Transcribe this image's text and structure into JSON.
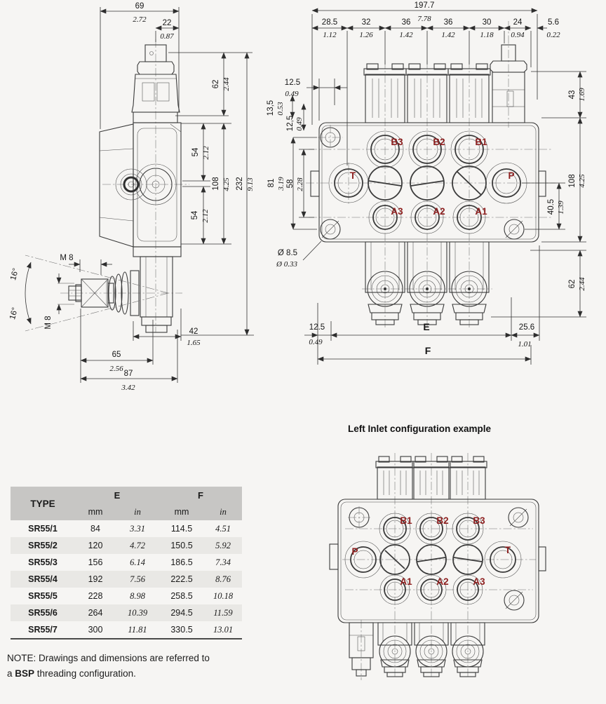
{
  "colors": {
    "port_label": "#8e1f1f",
    "line": "#3a3a3a",
    "table_header_bg": "#c7c6c4"
  },
  "side": {
    "d69": {
      "mm": "69",
      "in": "2.72"
    },
    "d22": {
      "mm": "22",
      "in": "0.87"
    },
    "d62": {
      "mm": "62",
      "in": "2.44"
    },
    "d54t": {
      "mm": "54",
      "in": "2.12"
    },
    "d108": {
      "mm": "108",
      "in": "4.25"
    },
    "d232": {
      "mm": "232",
      "in": "9.13"
    },
    "d54b": {
      "mm": "54",
      "in": "2.12"
    },
    "m8_top": "M 8",
    "m8_side": "M 8",
    "angle_top": "16°",
    "angle_bottom": "16°",
    "d42": {
      "mm": "42",
      "in": "1.65"
    },
    "d65": {
      "mm": "65",
      "in": "2.56"
    },
    "d87": {
      "mm": "87",
      "in": "3.42"
    }
  },
  "front": {
    "d197": {
      "mm": "197.7",
      "in": "7.78"
    },
    "d28_5": {
      "mm": "28.5",
      "in": "1.12"
    },
    "d32": {
      "mm": "32",
      "in": "1.26"
    },
    "d36a": {
      "mm": "36",
      "in": "1.42"
    },
    "d36b": {
      "mm": "36",
      "in": "1.42"
    },
    "d30": {
      "mm": "30",
      "in": "1.18"
    },
    "d24": {
      "mm": "24",
      "in": "0.94"
    },
    "d5_6": {
      "mm": "5.6",
      "in": "0.22"
    },
    "d12_5top": {
      "mm": "12.5",
      "in": "0.49"
    },
    "d13_5": {
      "mm": "13,5",
      "in": "0.53"
    },
    "d12_5mid": {
      "mm": "12,5",
      "in": "0.49"
    },
    "d43": {
      "mm": "43",
      "in": "1.69"
    },
    "d81": {
      "mm": "81",
      "in": "3.19"
    },
    "d58": {
      "mm": "58",
      "in": "2.28"
    },
    "d108": {
      "mm": "108",
      "in": "4.25"
    },
    "d40_5": {
      "mm": "40.5",
      "in": "1.39"
    },
    "d62": {
      "mm": "62",
      "in": "2.44"
    },
    "dia8_5": {
      "mm": "Ø 8.5",
      "in": "Ø 0.33"
    },
    "d12_5bot": {
      "mm": "12.5",
      "in": "0.49"
    },
    "d25_6": {
      "mm": "25.6",
      "in": "1.01"
    },
    "e_label": "E",
    "f_label": "F",
    "ports": {
      "b3": "B3",
      "b2": "B2",
      "b1": "B1",
      "t": "T",
      "p": "P",
      "a3": "A3",
      "a2": "A2",
      "a1": "A1"
    }
  },
  "example": {
    "title": "Left Inlet configuration example",
    "ports": {
      "b1": "B1",
      "b2": "B2",
      "b3": "B3",
      "p": "P",
      "t": "T",
      "a1": "A1",
      "a2": "A2",
      "a3": "A3"
    }
  },
  "table": {
    "col_type": "TYPE",
    "col_e": "E",
    "col_f": "F",
    "unit_mm": "mm",
    "unit_in": "in",
    "rows": [
      {
        "type": "SR55/1",
        "e_mm": "84",
        "e_in": "3.31",
        "f_mm": "114.5",
        "f_in": "4.51"
      },
      {
        "type": "SR55/2",
        "e_mm": "120",
        "e_in": "4.72",
        "f_mm": "150.5",
        "f_in": "5.92"
      },
      {
        "type": "SR55/3",
        "e_mm": "156",
        "e_in": "6.14",
        "f_mm": "186.5",
        "f_in": "7.34"
      },
      {
        "type": "SR55/4",
        "e_mm": "192",
        "e_in": "7.56",
        "f_mm": "222.5",
        "f_in": "8.76"
      },
      {
        "type": "SR55/5",
        "e_mm": "228",
        "e_in": "8.98",
        "f_mm": "258.5",
        "f_in": "10.18"
      },
      {
        "type": "SR55/6",
        "e_mm": "264",
        "e_in": "10.39",
        "f_mm": "294.5",
        "f_in": "11.59"
      },
      {
        "type": "SR55/7",
        "e_mm": "300",
        "e_in": "11.81",
        "f_mm": "330.5",
        "f_in": "13.01"
      }
    ]
  },
  "note": {
    "line1": "NOTE: Drawings and dimensions are referred to",
    "line2_pre": "a ",
    "bold": "BSP",
    "line2_post": " threading configuration."
  }
}
